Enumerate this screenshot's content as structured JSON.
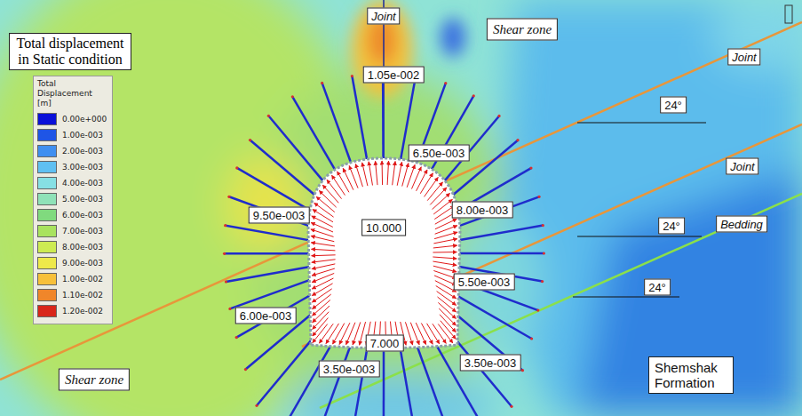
{
  "diagram": {
    "title": "Total displacement in Static condition",
    "nodes": [
      {
        "text": [
          "Joint"
        ]
      },
      {
        "text": [
          "Shear zone"
        ]
      },
      {
        "text": [
          "Joint"
        ]
      },
      {
        "text": [
          "24°"
        ]
      },
      {
        "text": [
          "1.05e-002"
        ]
      },
      {
        "text": [
          "6.50e-003"
        ]
      },
      {
        "text": [
          "Joint"
        ]
      },
      {
        "text": [
          "9.50e-003"
        ]
      },
      {
        "text": [
          "8.00e-003"
        ]
      },
      {
        "text": [
          "24°"
        ]
      },
      {
        "text": [
          "Bedding"
        ]
      },
      {
        "text": [
          "10.000"
        ]
      },
      {
        "text": [
          "5.50e-003"
        ]
      },
      {
        "text": [
          "24°"
        ]
      },
      {
        "text": [
          "6.00e-003"
        ]
      },
      {
        "text": [
          "7.000"
        ]
      },
      {
        "text": [
          "Shemshak Formation"
        ]
      },
      {
        "text": [
          "3.50e-003"
        ]
      },
      {
        "text": [
          "3.50e-003"
        ]
      },
      {
        "text": [
          "Shear zone"
        ]
      }
    ],
    "labels": [
      "Total Displacement [m]"
    ],
    "legend": [
      {
        "text": "0.00e+000",
        "color": "#0a10d8"
      },
      {
        "text": "1.00e-003",
        "color": "#1f55e6"
      },
      {
        "text": "2.00e-003",
        "color": "#3f8ff0"
      },
      {
        "text": "3.00e-003",
        "color": "#5fc0f2"
      },
      {
        "text": "4.00e-003",
        "color": "#86e0e4"
      },
      {
        "text": "5.00e-003",
        "color": "#8fe2b8"
      },
      {
        "text": "6.00e-003",
        "color": "#80da7e"
      },
      {
        "text": "7.00e-003",
        "color": "#a9e35e"
      },
      {
        "text": "8.00e-003",
        "color": "#cdeb52"
      },
      {
        "text": "9.00e-003",
        "color": "#eee94a"
      },
      {
        "text": "1.00e-002",
        "color": "#f7c03a"
      },
      {
        "text": "1.10e-002",
        "color": "#f0862a"
      },
      {
        "text": "1.20e-002",
        "color": "#d8261a"
      }
    ]
  }
}
